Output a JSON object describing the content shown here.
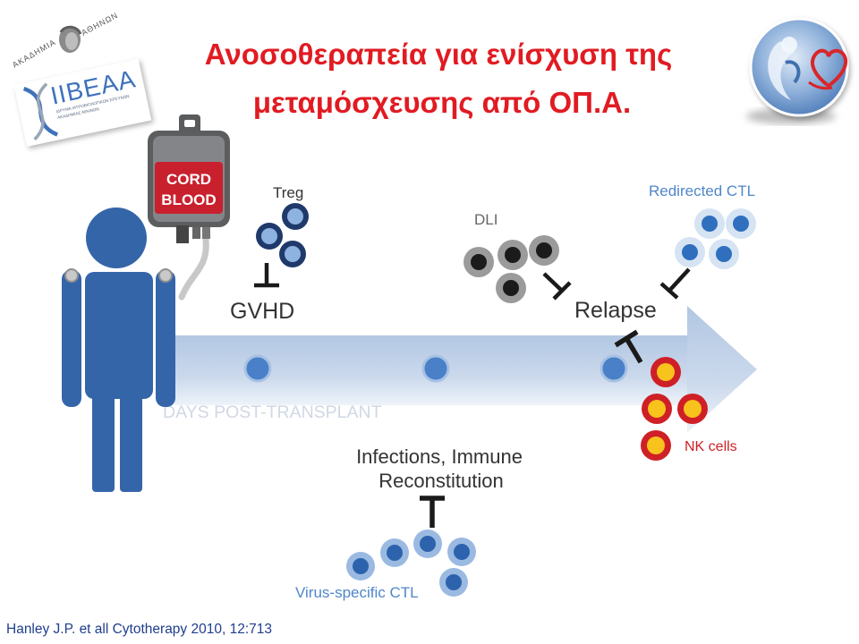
{
  "slide": {
    "title_line1": "Ανοσοθεραπεία για ενίσχυση της",
    "title_line2": "μεταμόσχευσης από ΟΠ.Α.",
    "citation": "Hanley J.P. et all Cytotherapy 2010, 12:713"
  },
  "logos": {
    "academy_left": "ΑΚΑΔΗΜΙΑ",
    "academy_right": "ΑΘΗΝΩΝ",
    "ibeaa": "IIBEAA",
    "ibeaa_sub1": "ΙΔΡΥΜΑ ΙΑΤΡΟΒΙΟΛΟΓΙΚΩΝ ΕΡΕΥΝΩΝ",
    "ibeaa_sub2": "ΑΚΑΔΗΜΙΑΣ ΑΘΗΝΩΝ"
  },
  "diagram": {
    "bag_label_line1": "CORD",
    "bag_label_line2": "BLOOD",
    "axis_label": "DAYS POST-TRANSPLANT",
    "treg_label": "Treg",
    "gvhd_label": "GVHD",
    "dli_label": "DLI",
    "relapse_label": "Relapse",
    "redirected_ctl_label": "Redirected CTL",
    "nk_label": "NK cells",
    "infections_line1": "Infections, Immune",
    "infections_line2": "Reconstitution",
    "virus_ctl_label": "Virus-specific CTL"
  },
  "colors": {
    "title": "#e11b22",
    "citation": "#1f3e8e",
    "label_blue": "#4f86c9",
    "nk_red": "#cf2027",
    "figure_blue": "#3565a9",
    "bag_label_red": "#c9202e"
  }
}
